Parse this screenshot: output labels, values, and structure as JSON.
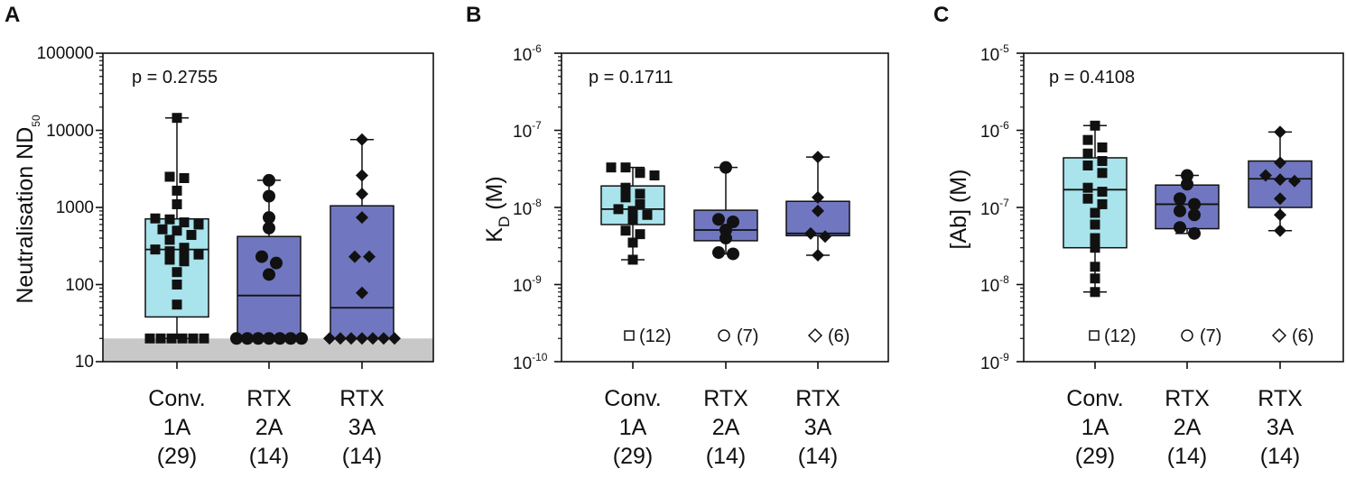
{
  "colors": {
    "conv_box": "#a9e3ec",
    "rtx_box": "#7077c0",
    "axis": "#111111",
    "marker": "#111111",
    "lod_band": "#c8c8c8"
  },
  "chart_data": [
    {
      "panel": "A",
      "type": "box",
      "scale": "log",
      "ylabel": "Neutralisation ND",
      "ylabel_sub": "50",
      "ylim": [
        10,
        100000
      ],
      "yticks": [
        "10",
        "100",
        "1000",
        "10000",
        "100000"
      ],
      "p_value": "p = 0.2755",
      "lod_band": [
        10,
        20
      ],
      "categories": [
        {
          "lines": [
            "Conv.",
            "1A",
            "(29)"
          ],
          "marker": "square",
          "box": "conv",
          "stats": {
            "min": 20,
            "q1": 38,
            "median": 285,
            "q3": 710,
            "max": 14500
          },
          "points": [
            14500,
            2500,
            2400,
            1650,
            1100,
            720,
            700,
            640,
            600,
            520,
            500,
            440,
            380,
            300,
            285,
            270,
            250,
            245,
            210,
            200,
            145,
            100,
            55,
            20,
            20,
            20,
            20,
            20,
            20
          ]
        },
        {
          "lines": [
            "RTX",
            "2A",
            "(14)"
          ],
          "marker": "circle",
          "box": "rtx",
          "stats": {
            "min": 20,
            "q1": 20,
            "median": 72,
            "q3": 420,
            "max": 2250
          },
          "points": [
            2250,
            1400,
            740,
            540,
            230,
            190,
            135,
            20,
            20,
            20,
            20,
            20,
            20,
            20
          ]
        },
        {
          "lines": [
            "RTX",
            "3A",
            "(14)"
          ],
          "marker": "diamond",
          "box": "rtx",
          "stats": {
            "min": 20,
            "q1": 20,
            "median": 50,
            "q3": 1050,
            "max": 7600
          },
          "points": [
            7600,
            2600,
            1500,
            740,
            230,
            230,
            78,
            20,
            20,
            20,
            20,
            20,
            20,
            20
          ]
        }
      ]
    },
    {
      "panel": "B",
      "type": "box",
      "scale": "log",
      "ylabel": "K",
      "ylabel_sub": "D",
      "ylabel_suffix": " (M)",
      "ylim": [
        1e-10,
        1e-06
      ],
      "ytick_exponents": [
        "-10",
        "-9",
        "-8",
        "-7",
        "-6"
      ],
      "p_value": "p = 0.1711",
      "categories": [
        {
          "lines": [
            "Conv.",
            "1A",
            "(29)"
          ],
          "marker": "square",
          "box": "conv",
          "count_label": "(12)",
          "count_symbol": "square",
          "stats": {
            "min": 2.1e-09,
            "q1": 6e-09,
            "median": 9.5e-09,
            "q3": 1.9e-08,
            "max": 3.3e-08
          },
          "points": [
            3.3e-08,
            3.3e-08,
            2.8e-08,
            2.6e-08,
            1.8e-08,
            1.5e-08,
            1.35e-08,
            1.1e-08,
            9.5e-09,
            9e-09,
            8e-09,
            7e-09,
            5e-09,
            4.5e-09,
            3.5e-09,
            2.1e-09
          ]
        },
        {
          "lines": [
            "RTX",
            "2A",
            "(14)"
          ],
          "marker": "circle",
          "box": "rtx",
          "count_label": "(7)",
          "count_symbol": "circle",
          "stats": {
            "min": 2.5e-09,
            "q1": 3.7e-09,
            "median": 5.1e-09,
            "q3": 9.2e-09,
            "max": 3.3e-08
          },
          "points": [
            3.3e-08,
            7e-09,
            6.5e-09,
            5.1e-09,
            4e-09,
            2.6e-09,
            2.5e-09
          ]
        },
        {
          "lines": [
            "RTX",
            "3A",
            "(14)"
          ],
          "marker": "diamond",
          "box": "rtx",
          "count_label": "(6)",
          "count_symbol": "diamond",
          "stats": {
            "min": 2.4e-09,
            "q1": 4.3e-09,
            "median": 4.6e-09,
            "q3": 1.2e-08,
            "max": 4.5e-08
          },
          "points": [
            4.5e-08,
            1.35e-08,
            9e-09,
            4.6e-09,
            4.2e-09,
            2.4e-09
          ]
        }
      ]
    },
    {
      "panel": "C",
      "type": "box",
      "scale": "log",
      "ylabel": "[Ab] (M)",
      "ylim": [
        1e-09,
        1e-05
      ],
      "ytick_exponents": [
        "-9",
        "-8",
        "-7",
        "-6",
        "-5"
      ],
      "p_value": "p = 0.4108",
      "categories": [
        {
          "lines": [
            "Conv.",
            "1A",
            "(29)"
          ],
          "marker": "square",
          "box": "conv",
          "count_label": "(12)",
          "count_symbol": "square",
          "stats": {
            "min": 8e-09,
            "q1": 3e-08,
            "median": 1.7e-07,
            "q3": 4.4e-07,
            "max": 1.15e-06
          },
          "points": [
            1.15e-06,
            7.5e-07,
            6e-07,
            5e-07,
            4e-07,
            3.5e-07,
            2.8e-07,
            1.8e-07,
            1.6e-07,
            1.3e-07,
            1.1e-07,
            8.5e-08,
            6e-08,
            4e-08,
            3e-08,
            1.7e-08,
            1.2e-08,
            8e-09
          ]
        },
        {
          "lines": [
            "RTX",
            "2A",
            "(14)"
          ],
          "marker": "circle",
          "box": "rtx",
          "count_label": "(7)",
          "count_symbol": "circle",
          "stats": {
            "min": 4.6e-08,
            "q1": 5.3e-08,
            "median": 1.1e-07,
            "q3": 1.95e-07,
            "max": 2.6e-07
          },
          "points": [
            2.6e-07,
            2e-07,
            1.3e-07,
            1.1e-07,
            9e-08,
            8e-08,
            5.5e-08,
            4.6e-08
          ]
        },
        {
          "lines": [
            "RTX",
            "3A",
            "(14)"
          ],
          "marker": "diamond",
          "box": "rtx",
          "count_label": "(6)",
          "count_symbol": "diamond",
          "stats": {
            "min": 5e-08,
            "q1": 1e-07,
            "median": 2.35e-07,
            "q3": 4e-07,
            "max": 9.5e-07
          },
          "points": [
            9.5e-07,
            3.8e-07,
            2.6e-07,
            2.3e-07,
            2.2e-07,
            1.3e-07,
            8e-08,
            5e-08
          ]
        }
      ]
    }
  ]
}
